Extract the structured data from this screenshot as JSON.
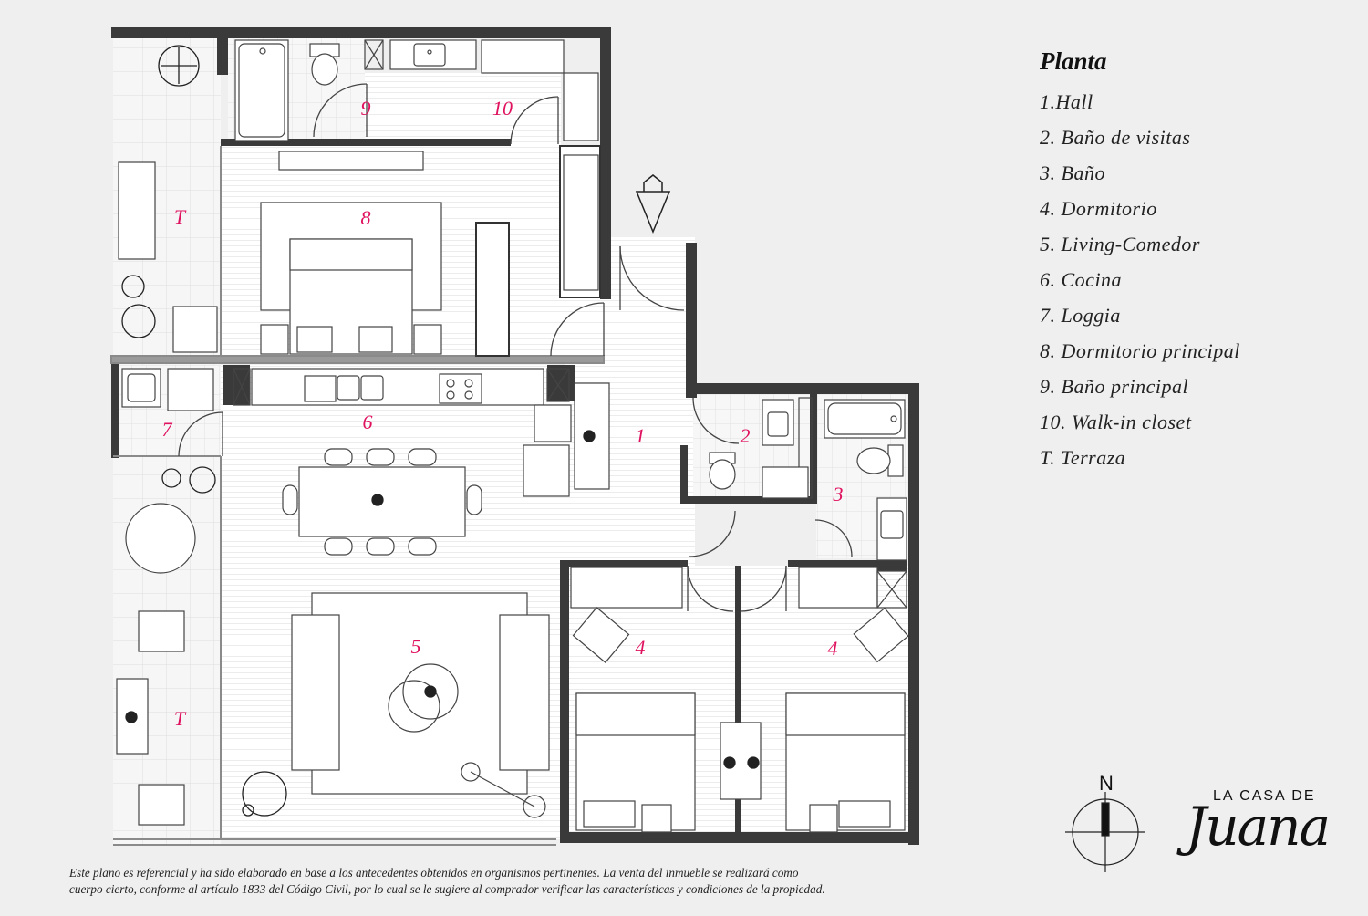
{
  "rooms": {
    "hall": "1",
    "guest_bath": "2",
    "bath": "3",
    "bedroom_left": "4",
    "bedroom_right": "4",
    "living_dining": "5",
    "kitchen": "6",
    "loggia": "7",
    "master_bedroom": "8",
    "master_bath": "9",
    "walk_in": "10",
    "terrace_top": "T",
    "terrace_bottom": "T"
  },
  "legend": {
    "title": "Planta",
    "items": [
      "1.Hall",
      "2. Baño de visitas",
      "3. Baño",
      "4. Dormitorio",
      "5. Living-Comedor",
      "6. Cocina",
      "7. Loggia",
      "8. Dormitorio principal",
      "9. Baño principal",
      "10. Walk-in closet",
      "T. Terraza"
    ]
  },
  "compass": {
    "label": "N"
  },
  "brand": {
    "top": "LA CASA DE",
    "script": "Juana"
  },
  "disclaimer": {
    "line1": "Este plano es referencial y ha sido elaborado en base a los antecedentes obtenidos en organismos pertinentes.  La venta del inmueble se realizará como",
    "line2": "cuerpo cierto, conforme al artículo 1833 del Código Civil, por lo cual se le sugiere al comprador verificar las características y condiciones de la propiedad."
  },
  "colors": {
    "wall": "#3a3a3a",
    "floor": "#ffffff",
    "label": "#e0115f",
    "background": "#efefef"
  }
}
